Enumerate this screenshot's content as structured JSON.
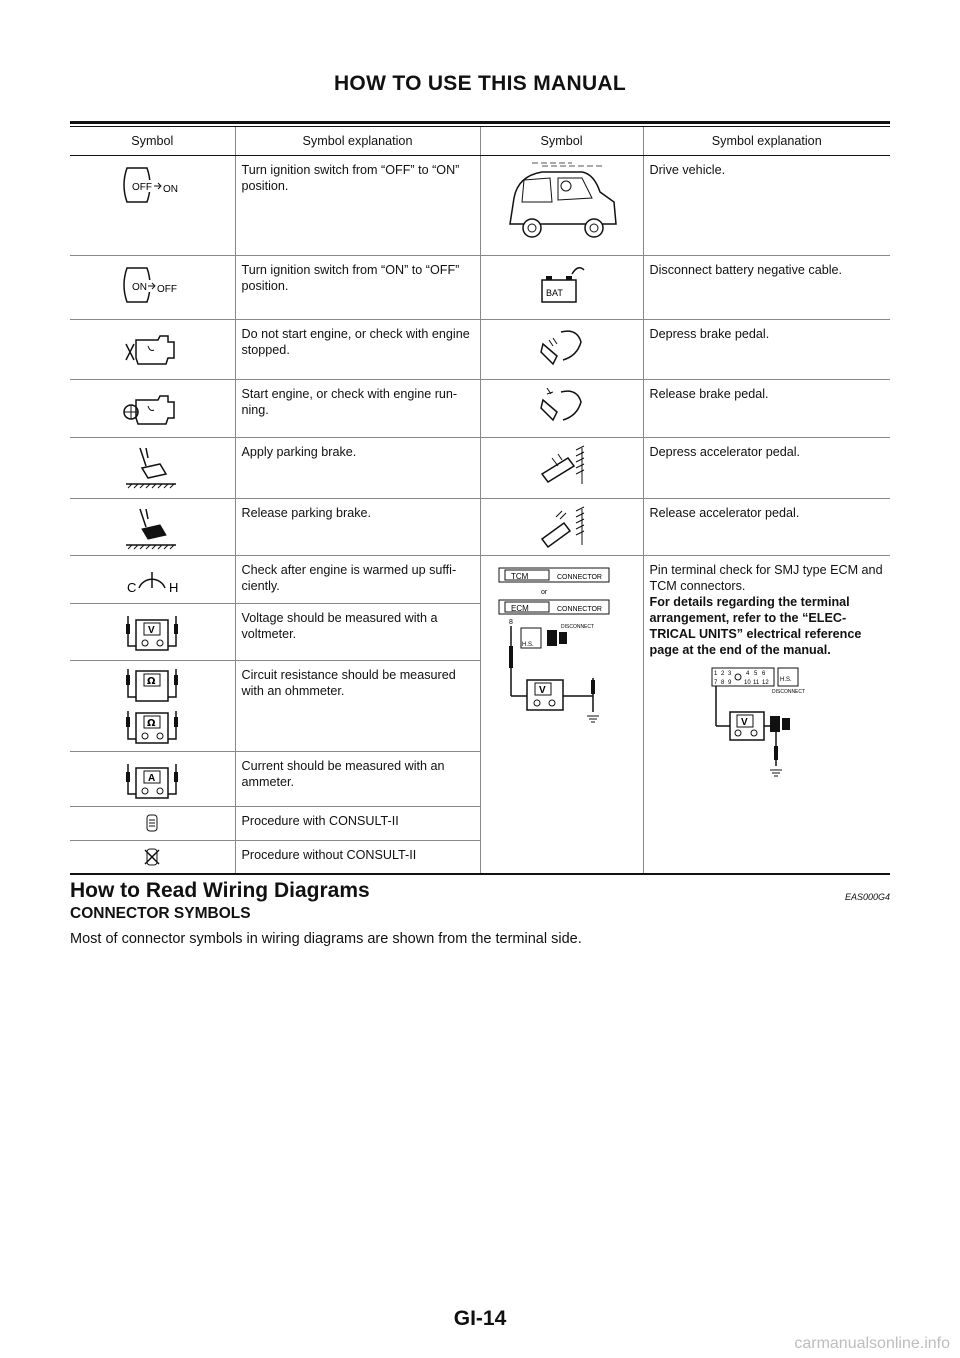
{
  "header": {
    "title": "HOW TO USE THIS MANUAL"
  },
  "table": {
    "columns": [
      "Symbol",
      "Symbol explanation",
      "Symbol",
      "Symbol explanation"
    ],
    "rows": [
      {
        "left_icon": "ignition-off-to-on-icon",
        "left_text": "Turn ignition switch from “OFF” to “ON” position.",
        "right_icon": "drive-vehicle-icon",
        "right_text": "Drive vehicle."
      },
      {
        "left_icon": "ignition-on-to-off-icon",
        "left_text": "Turn ignition switch from “ON” to “OFF” position.",
        "right_icon": "battery-disconnect-icon",
        "right_text": "Disconnect battery negative cable."
      },
      {
        "left_icon": "engine-stopped-icon",
        "left_text": "Do not start engine, or check with engine stopped.",
        "right_icon": "depress-brake-pedal-icon",
        "right_text": "Depress brake pedal."
      },
      {
        "left_icon": "engine-running-icon",
        "left_text": "Start engine, or check with engine run-ning.",
        "right_icon": "release-brake-pedal-icon",
        "right_text": "Release brake pedal."
      },
      {
        "left_icon": "apply-parking-brake-icon",
        "left_text": "Apply parking brake.",
        "right_icon": "depress-accelerator-icon",
        "right_text": "Depress accelerator pedal."
      },
      {
        "left_icon": "release-parking-brake-icon",
        "left_text": "Release parking brake.",
        "right_icon": "release-accelerator-icon",
        "right_text": "Release accelerator pedal."
      },
      {
        "left_icon": "temperature-gauge-icon",
        "left_text": "Check after engine is warmed up suffi-ciently."
      },
      {
        "left_icon": "voltmeter-icon",
        "left_text": "Voltage should be measured with a voltmeter."
      },
      {
        "left_icon": "ohmmeter-icon",
        "left_text": "Circuit resistance should be measured with an ohmmeter."
      },
      {
        "left_icon": "ammeter-icon",
        "left_text": "Current should be measured with an ammeter."
      },
      {
        "left_icon": "consult-ii-icon",
        "left_text": "Procedure with CONSULT-II"
      },
      {
        "left_icon": "without-consult-ii-icon",
        "left_text": "Procedure without CONSULT-II"
      }
    ],
    "pin_check": {
      "text": "Pin terminal check for SMJ type ECM and TCM connectors.",
      "bold_text": "For details regarding the terminal arrangement, refer to the “ELEC-TRICAL UNITS” electrical reference page at the end of the manual.",
      "diagram_labels": {
        "tcm": "TCM",
        "connector": "CONNECTOR",
        "or": "or",
        "ecm": "ECM",
        "pin": "8",
        "disconnect": "DISCONNECT",
        "hs": "H.S.",
        "volt": "V",
        "pins_top": [
          "1",
          "2",
          "3",
          "4",
          "5",
          "6"
        ],
        "pins_bottom": [
          "7",
          "8",
          "9",
          "10",
          "11",
          "12"
        ]
      }
    },
    "icon_labels": {
      "off": "OFF",
      "on": "ON",
      "bat": "BAT",
      "c": "C",
      "h": "H",
      "v": "V",
      "ohm": "Ω",
      "a": "A"
    }
  },
  "section": {
    "title": "How to Read Wiring Diagrams",
    "code": "EAS000G4"
  },
  "subsection": {
    "title": "CONNECTOR SYMBOLS"
  },
  "body": {
    "text": "Most of connector symbols in wiring diagrams are shown from the terminal side."
  },
  "footer": {
    "page_number": "GI-14"
  },
  "watermark": "carmanualsonline.info"
}
